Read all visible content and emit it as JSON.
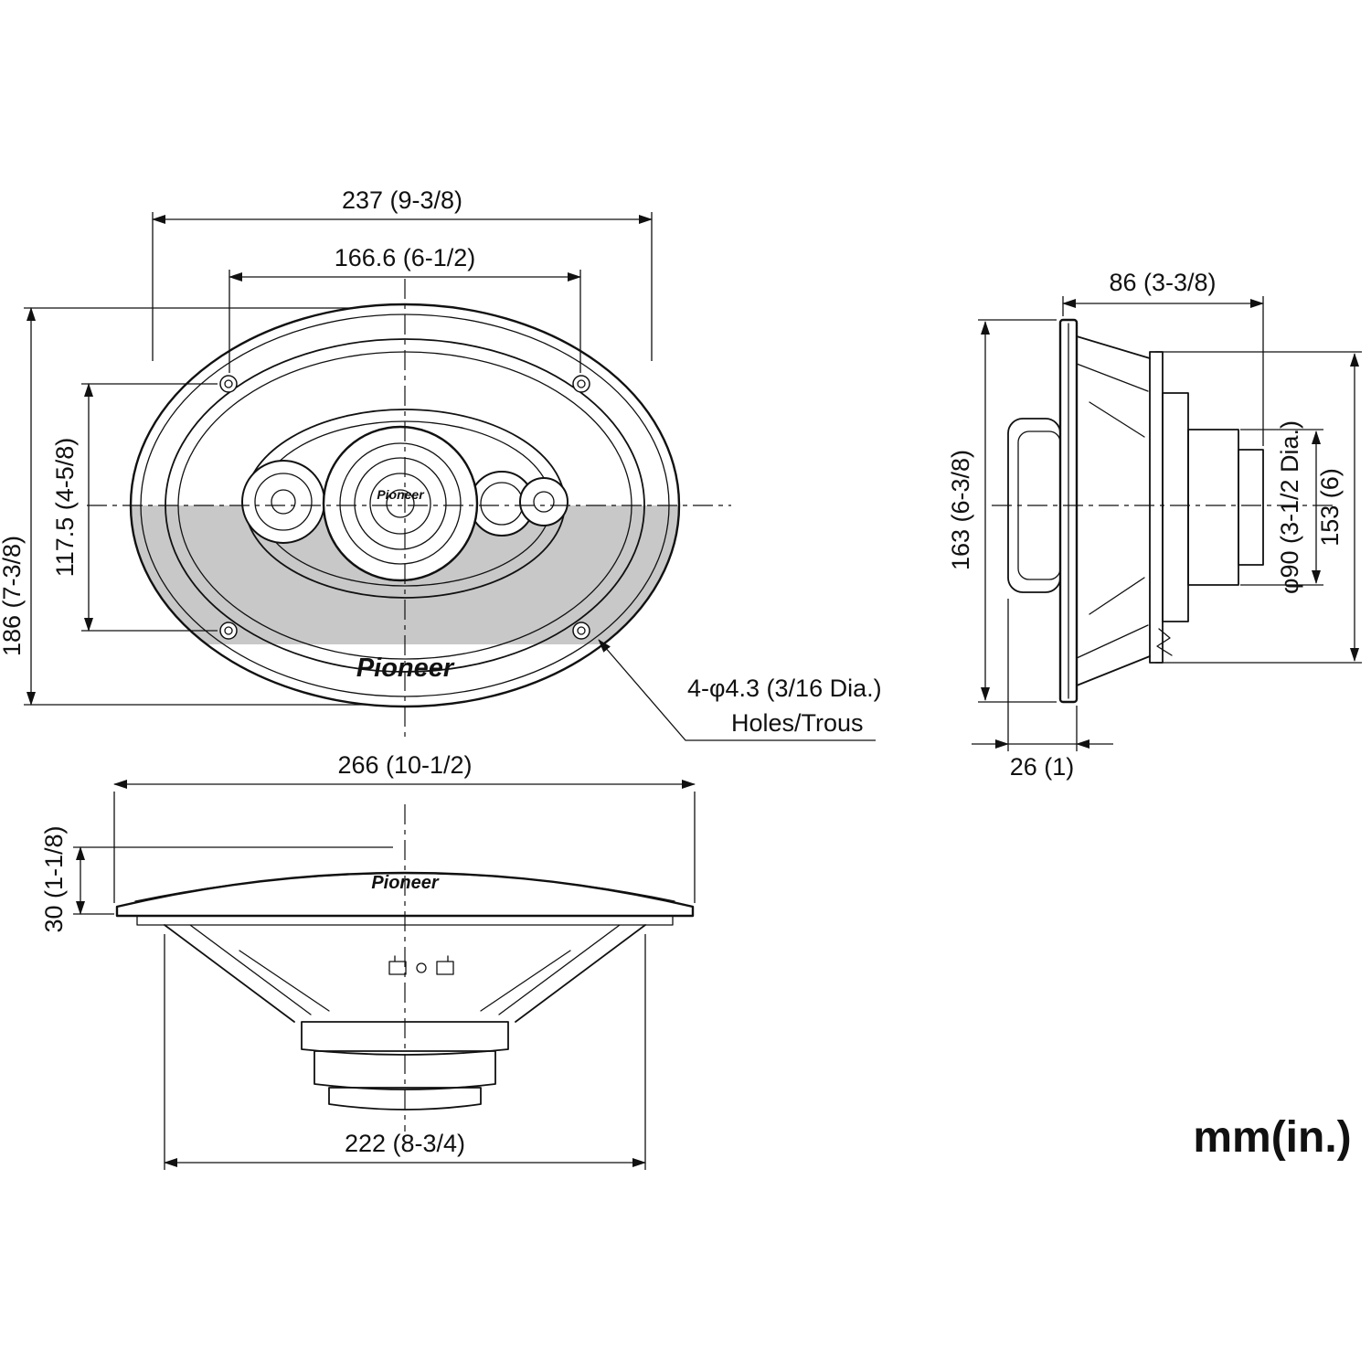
{
  "units_label": "mm(in.)",
  "brand": "Pioneer",
  "colors": {
    "line": "#111111",
    "shading": "#c8c8c8"
  },
  "front_view": {
    "dim_overall_width": "237 (9-3/8)",
    "dim_hole_spacing_h": "166.6 (6-1/2)",
    "dim_hole_spacing_v": "117.5 (4-5/8)",
    "dim_overall_height": "186 (7-3/8)",
    "holes_note_line1": "4-φ4.3 (3/16 Dia.)",
    "holes_note_line2": "Holes/Trous"
  },
  "side_view": {
    "dim_depth": "86 (3-3/8)",
    "dim_height": "163 (6-3/8)",
    "dim_magnet_dia": "φ90 (3-1/2 Dia.)",
    "dim_frame_dia": "153 (6)",
    "dim_mount_depth": "26 (1)"
  },
  "profile_view": {
    "dim_overall_width": "266 (10-1/2)",
    "dim_protrusion": "30 (1-1/8)",
    "dim_cutout_width": "222 (8-3/4)"
  }
}
